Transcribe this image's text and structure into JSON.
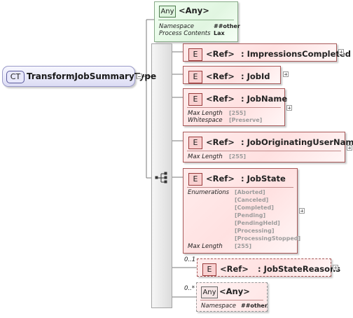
{
  "root": {
    "tag": "CT",
    "name": "TransformJobSummaryType"
  },
  "any_top": {
    "tag": "Any",
    "name": "<Any>",
    "props": [
      {
        "label": "Namespace",
        "value": "##other"
      },
      {
        "label": "Process Contents",
        "value": "Lax"
      }
    ]
  },
  "elements": [
    {
      "tag": "E",
      "ref": "<Ref>",
      "name": ": ImpressionsCompleted",
      "props": []
    },
    {
      "tag": "E",
      "ref": "<Ref>",
      "name": ": JobId",
      "props": []
    },
    {
      "tag": "E",
      "ref": "<Ref>",
      "name": ": JobName",
      "props": [
        {
          "label": "Max Length",
          "value": "[255]"
        },
        {
          "label": "Whitespace",
          "value": "[Preserve]"
        }
      ]
    },
    {
      "tag": "E",
      "ref": "<Ref>",
      "name": ": JobOriginatingUserName",
      "props": [
        {
          "label": "Max Length",
          "value": "[255]"
        }
      ]
    },
    {
      "tag": "E",
      "ref": "<Ref>",
      "name": ": JobState",
      "enumerations_label": "Enumerations",
      "enumerations": [
        "[Aborted]",
        "[Canceled]",
        "[Completed]",
        "[Pending]",
        "[PendingHeld]",
        "[Processing]",
        "[ProcessingStopped]"
      ],
      "props": [
        {
          "label": "Max Length",
          "value": "[255]"
        }
      ]
    },
    {
      "tag": "E",
      "ref": "<Ref>",
      "name": ": JobStateReasons",
      "occurrence": "0..1",
      "props": []
    }
  ],
  "any_bottom": {
    "tag": "Any",
    "name": "<Any>",
    "occurrence": "0..*",
    "props": [
      {
        "label": "Namespace",
        "value": "##other"
      }
    ]
  }
}
